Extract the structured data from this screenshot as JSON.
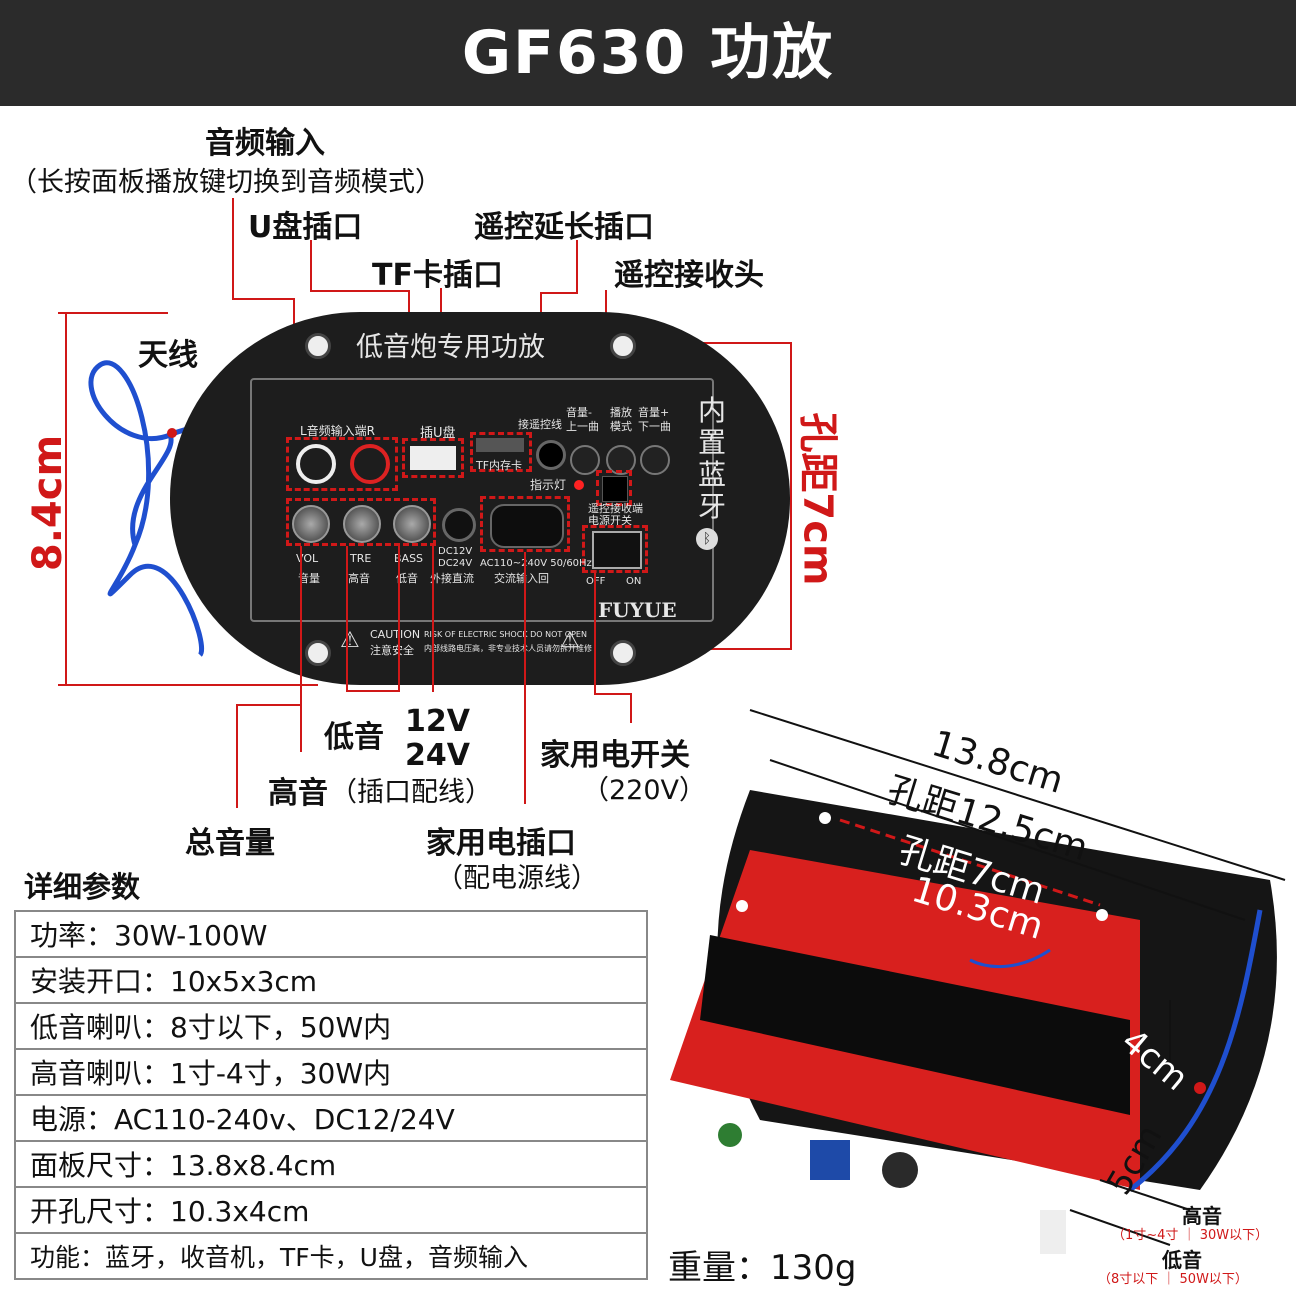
{
  "title": "GF630 功放",
  "callouts": {
    "audio_input": "音频输入",
    "audio_input_note": "（长按面板播放键切换到音频模式）",
    "usb_port": "U盘插口",
    "remote_ext": "遥控延长插口",
    "tf_port": "TF卡插口",
    "remote_receiver": "遥控接收头",
    "antenna": "天线",
    "bass": "低音",
    "dc_12v": "12V",
    "dc_24v": "24V",
    "treble": "高音",
    "plug_wiring": "（插口配线）",
    "master_volume": "总音量",
    "ac_switch": "家用电开关",
    "ac_switch_note": "（220V）",
    "ac_socket": "家用电插口",
    "ac_socket_note": "（配电源线）"
  },
  "dimensions": {
    "height": "8.4cm",
    "hole_pitch_vertical": "孔距7cm",
    "width": "13.8cm",
    "hole_pitch_horizontal": "孔距12.5cm",
    "hole_pitch_small": "孔距7cm",
    "cutout_width": "10.3cm",
    "depth_4": "4cm",
    "depth_5": "5cm"
  },
  "panel": {
    "heading": "低音炮专用功放",
    "audio_in_label": "L音频输入端R",
    "usb_label": "插U盘",
    "tf_label": "TF内存卡",
    "remote_label": "接遥控线",
    "vol_down": "音量-",
    "prev": "上一曲",
    "play_mode": "播放",
    "mode": "模式",
    "vol_up": "音量+",
    "next": "下一曲",
    "builtin_bt": "内置蓝牙",
    "indicator": "指示灯",
    "remote_receiver_switch": "遥控接收端",
    "power_switch": "电源开关",
    "knob_vol": "VOL",
    "knob_vol_cn": "音量",
    "knob_tre": "TRE",
    "knob_tre_cn": "高音",
    "knob_bass": "BASS",
    "knob_bass_cn": "低音",
    "dc_label1": "DC12V",
    "dc_label2": "DC24V",
    "dc_cn": "外接直流",
    "ac_label": "AC110~240V 50/60Hz",
    "ac_cn": "交流输入回",
    "off": "OFF",
    "on": "ON",
    "brand": "FUYUE",
    "caution": "CAUTION",
    "caution_cn": "注意安全",
    "warning": "RISK OF ELECTRIC SHOCK DO NOT OPEN",
    "warning_cn": "内部线路电压高，非专业技术人员请勿拆开维修"
  },
  "specs": {
    "heading": "详细参数",
    "rows": [
      "功率：30W-100W",
      "安装开口：10x5x3cm",
      "低音喇叭：8寸以下，50W内",
      "高音喇叭：1寸-4寸，30W内",
      "电源：AC110-240v、DC12/24V",
      "面板尺寸：13.8x8.4cm",
      "开孔尺寸：10.3x4cm",
      "功能：蓝牙，收音机，TF卡，U盘，音频输入"
    ],
    "weight": "重量：130g"
  },
  "board": {
    "tweeter": "高音",
    "tweeter_note": "（1寸~4寸 ｜ 30W以下）",
    "woofer": "低音",
    "woofer_note": "（8寸以下 ｜ 50W以下）"
  },
  "colors": {
    "accent": "#d01818",
    "title_bg": "#2b2b2b",
    "panel": "#1d1d1d",
    "board_red": "#d8201e"
  }
}
